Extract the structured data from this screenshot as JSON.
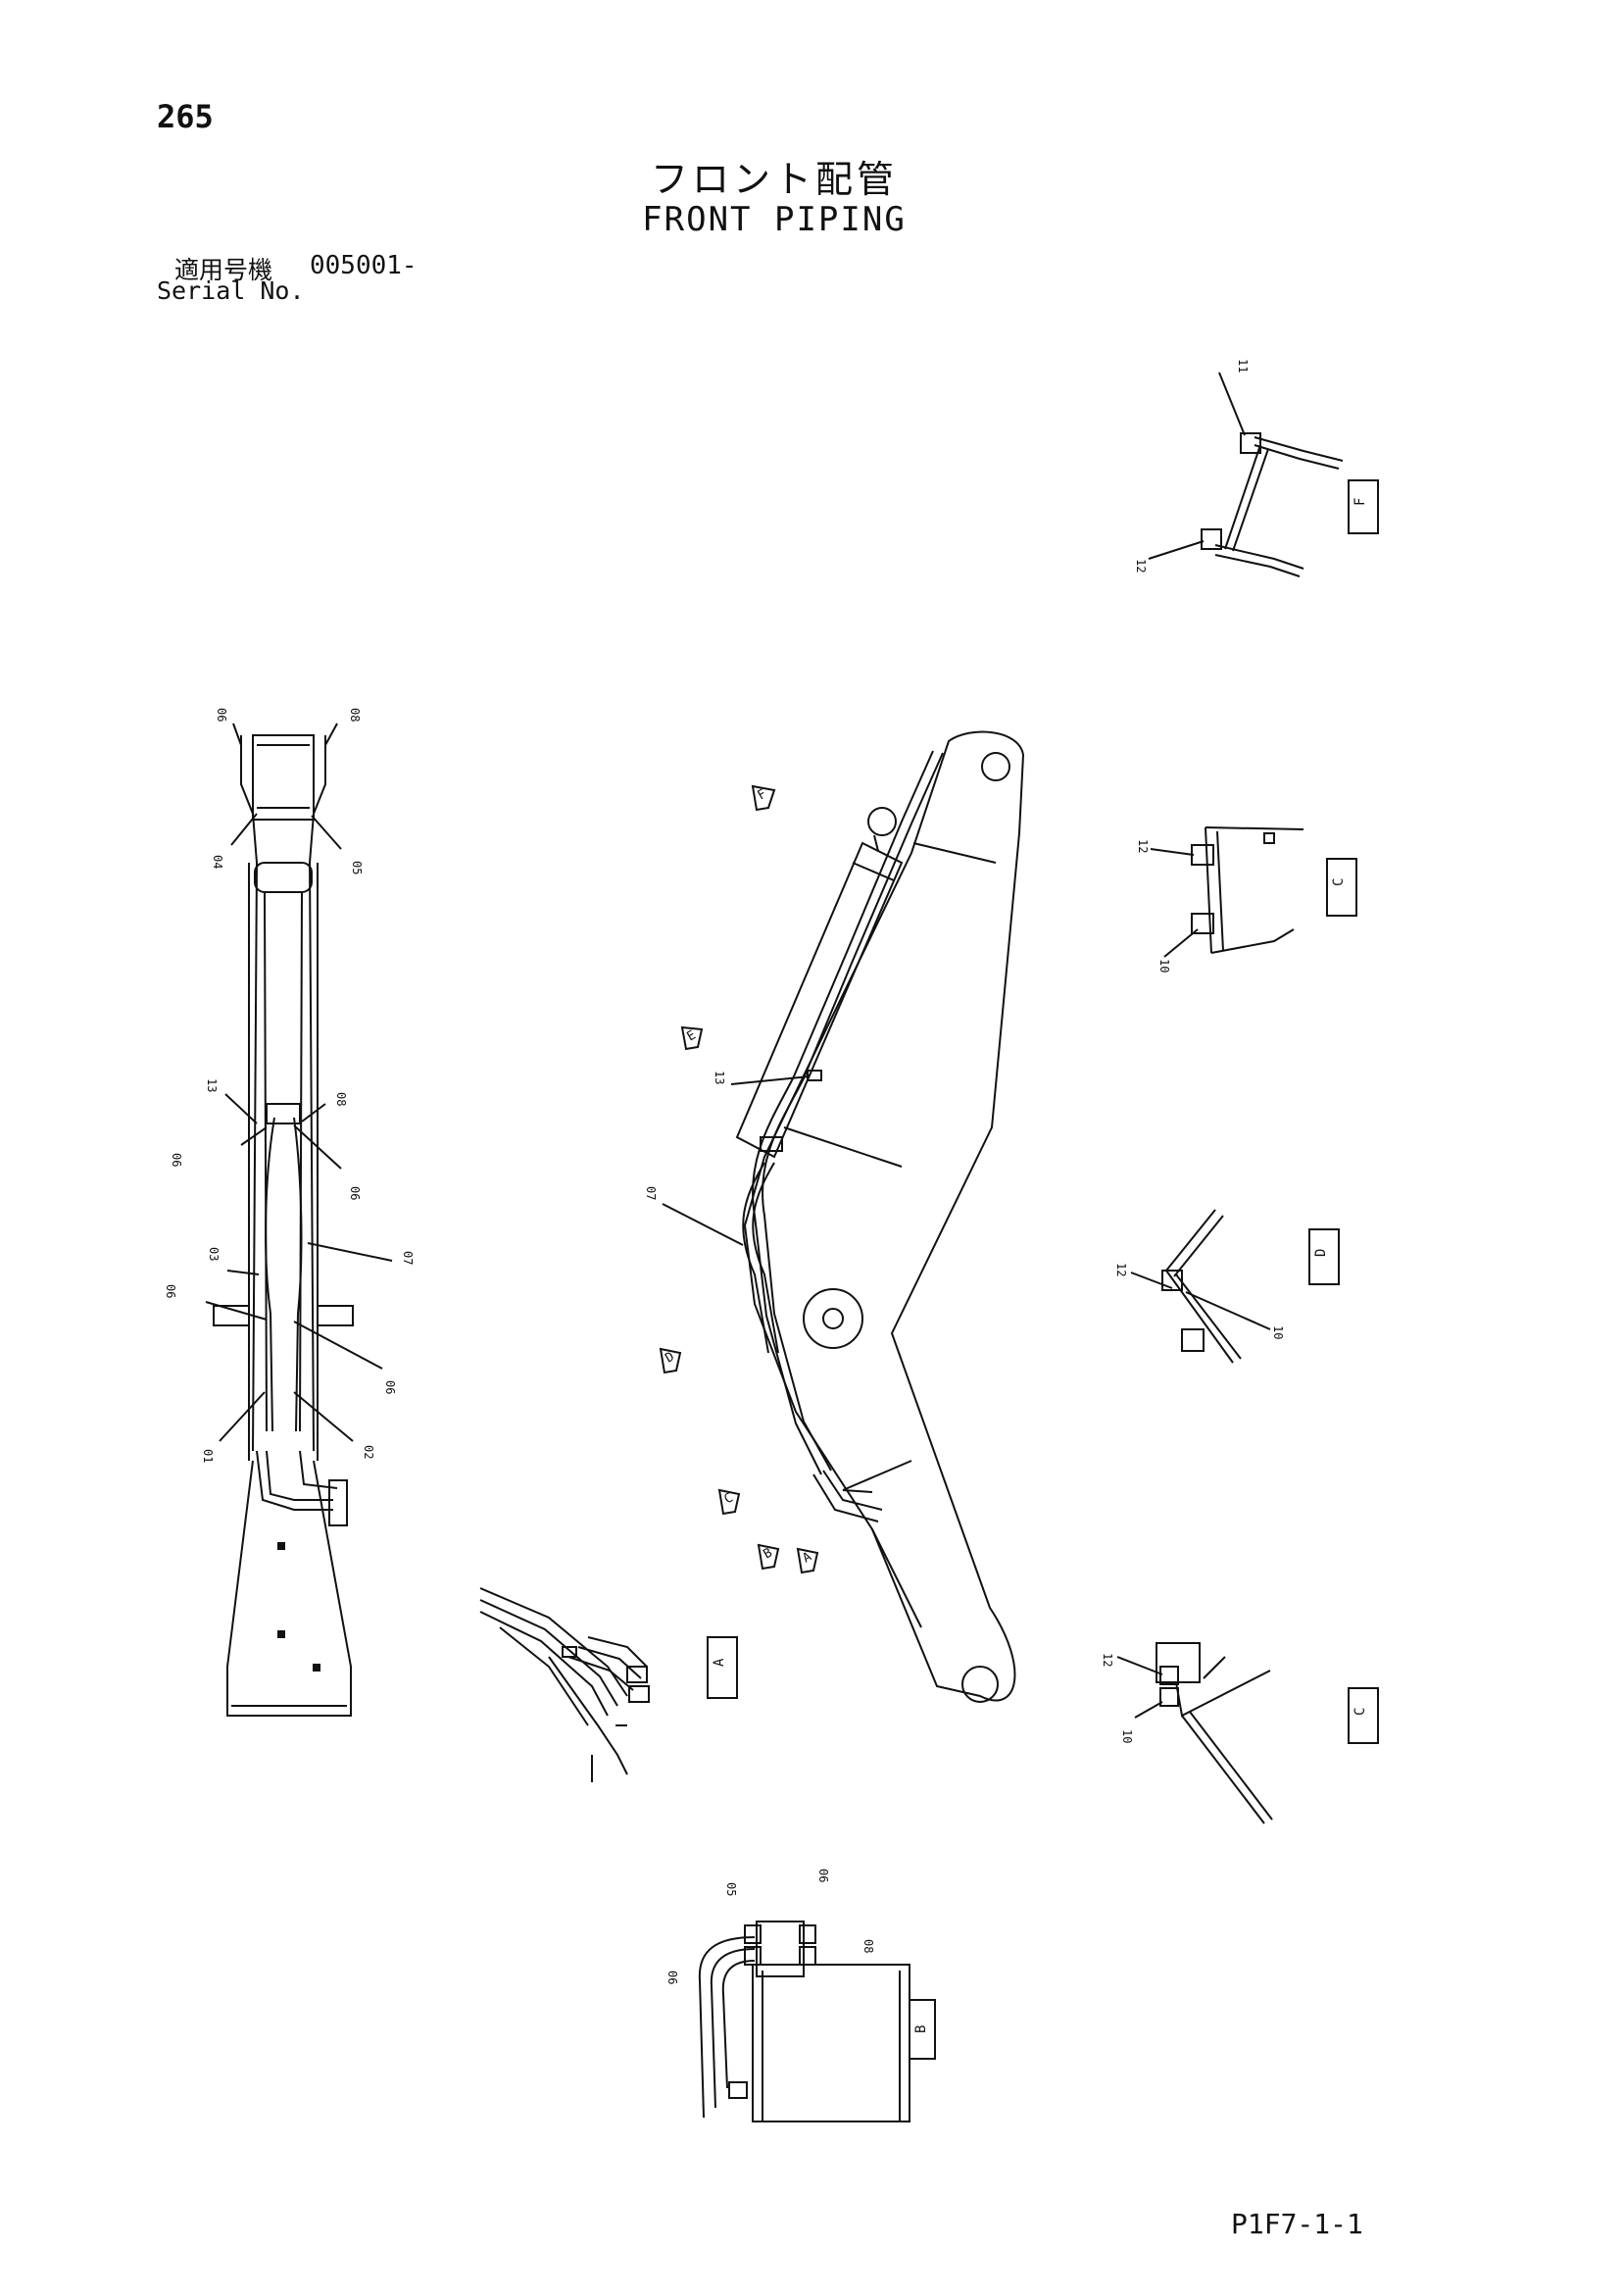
{
  "header": {
    "page_number": "265",
    "title_jp": "フロント配管",
    "title_en": "FRONT PIPING",
    "serial_label_jp": "適用号機",
    "serial_number": "005001-",
    "serial_label_en": "Serial No."
  },
  "footer": {
    "page_code": "P1F7-1-1"
  },
  "callouts": {
    "c01": "01",
    "c02": "02",
    "c03": "03",
    "c04": "04",
    "c05": "05",
    "c06": "06",
    "c07": "07",
    "c08": "08",
    "c09": "09",
    "c10": "10",
    "c11": "11",
    "c12": "12",
    "c13": "13"
  },
  "view_tags": {
    "a": "A",
    "b": "B",
    "c": "C",
    "d": "D",
    "e": "E",
    "f": "F"
  }
}
